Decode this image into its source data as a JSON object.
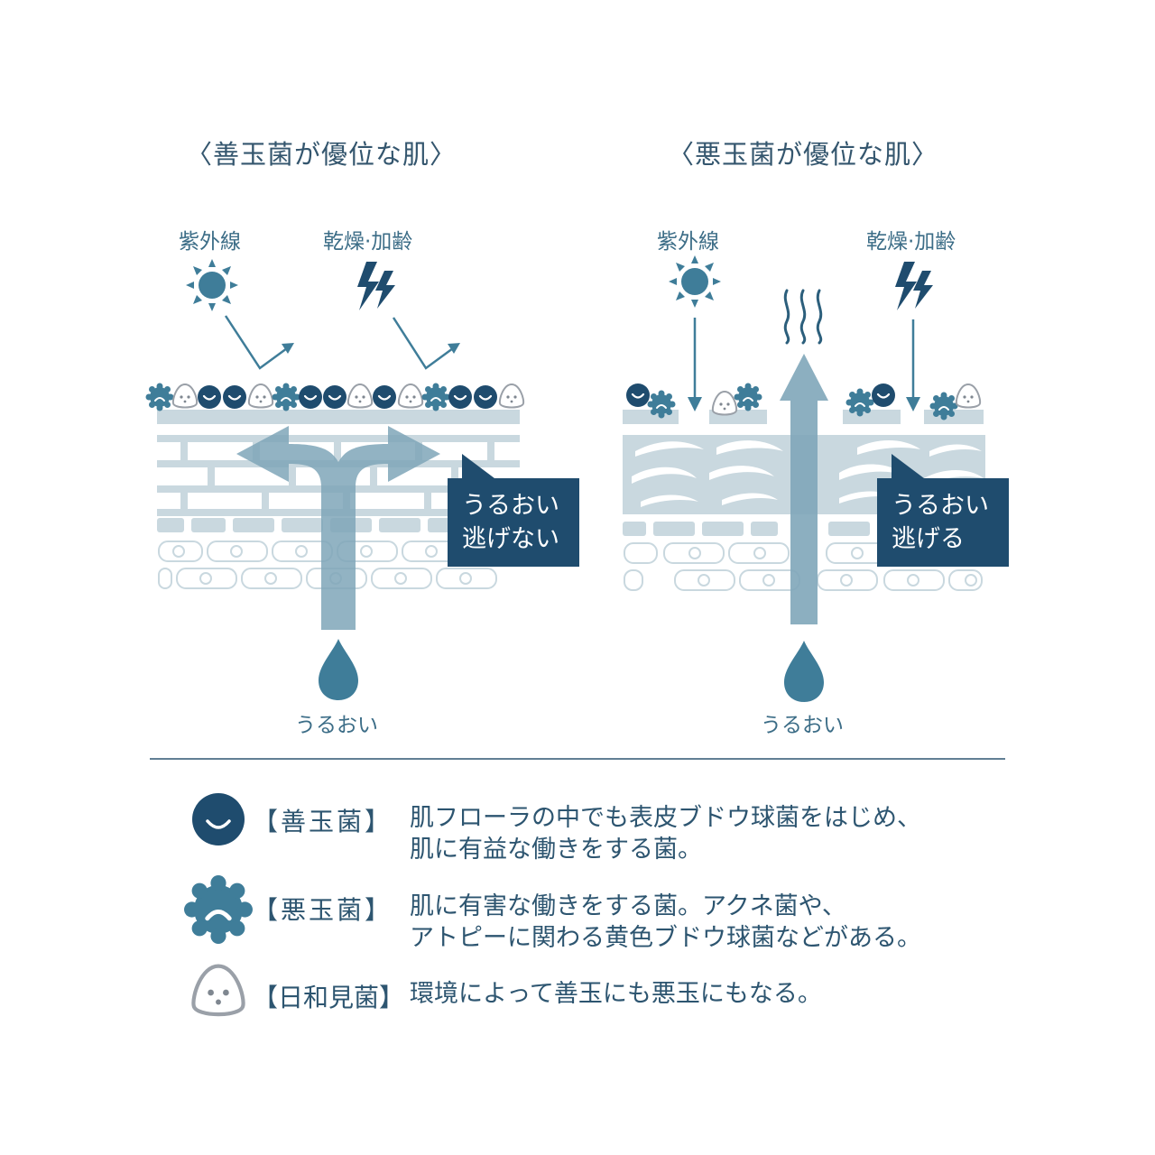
{
  "panels": [
    {
      "title": "〈善玉菌が優位な肌〉",
      "uv_label": "紫外線",
      "dry_label": "乾燥·加齢",
      "moisture_label": "うるおい",
      "callout_lines": [
        "うるおい",
        "逃げない"
      ]
    },
    {
      "title": "〈悪玉菌が優位な肌〉",
      "uv_label": "紫外線",
      "dry_label": "乾燥·加齢",
      "moisture_label": "うるおい",
      "callout_lines": [
        "うるおい",
        "逃げる"
      ]
    }
  ],
  "legend": [
    {
      "icon": "good-bacteria-icon",
      "name": "【善玉菌】",
      "lines": [
        "肌フローラの中でも表皮ブドウ球菌をはじめ、",
        "肌に有益な働きをする菌。"
      ]
    },
    {
      "icon": "bad-bacteria-icon",
      "name": "【悪玉菌】",
      "lines": [
        "肌に有害な働きをする菌。アクネ菌や、",
        "アトピーに関わる黄色ブドウ球菌などがある。"
      ]
    },
    {
      "icon": "neutral-bacteria-icon",
      "name": "【日和見菌】",
      "lines": [
        "環境によって善玉にも悪玉にもなる。"
      ]
    }
  ],
  "colors": {
    "navy": "#1f4c6e",
    "teal": "#3f7d99",
    "skin": "#c9d8df",
    "skin_light": "#dfe8ec",
    "arrow": "#7fa6b9"
  }
}
